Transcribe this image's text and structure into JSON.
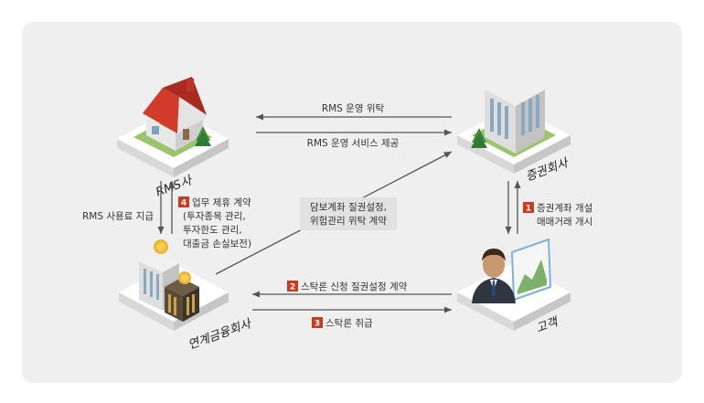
{
  "nodes": {
    "rms": {
      "label": "RMS사"
    },
    "securities": {
      "label": "증권회사"
    },
    "finance": {
      "label": "연계금융회사"
    },
    "customer": {
      "label": "고객"
    }
  },
  "edges": {
    "rms_operation": {
      "label": "RMS 운영 위탁"
    },
    "rms_service": {
      "label": "RMS 운영 서비스 제공"
    },
    "rms_fee": {
      "label": "RMS 사용료 지급"
    },
    "partnership": {
      "badge": "4",
      "lines": [
        "업무 제휴 계약",
        "(투자종목 관리,",
        "투자한도 관리,",
        "대출금 손실보전)"
      ]
    },
    "collateral": {
      "lines": [
        "담보계좌 질권설정,",
        "위험관리 위탁 계약"
      ]
    },
    "account": {
      "badge": "1",
      "lines": [
        "증권계좌 개설",
        "매매거래 개시"
      ]
    },
    "pledge": {
      "badge": "2",
      "label": "스탁론 신청 질권설정 계약"
    },
    "handling": {
      "badge": "3",
      "label": "스탁론 취급"
    }
  },
  "colors": {
    "accent": "#cc3a1f",
    "arrow": "#555555",
    "label_box": "#e2e2e2"
  }
}
